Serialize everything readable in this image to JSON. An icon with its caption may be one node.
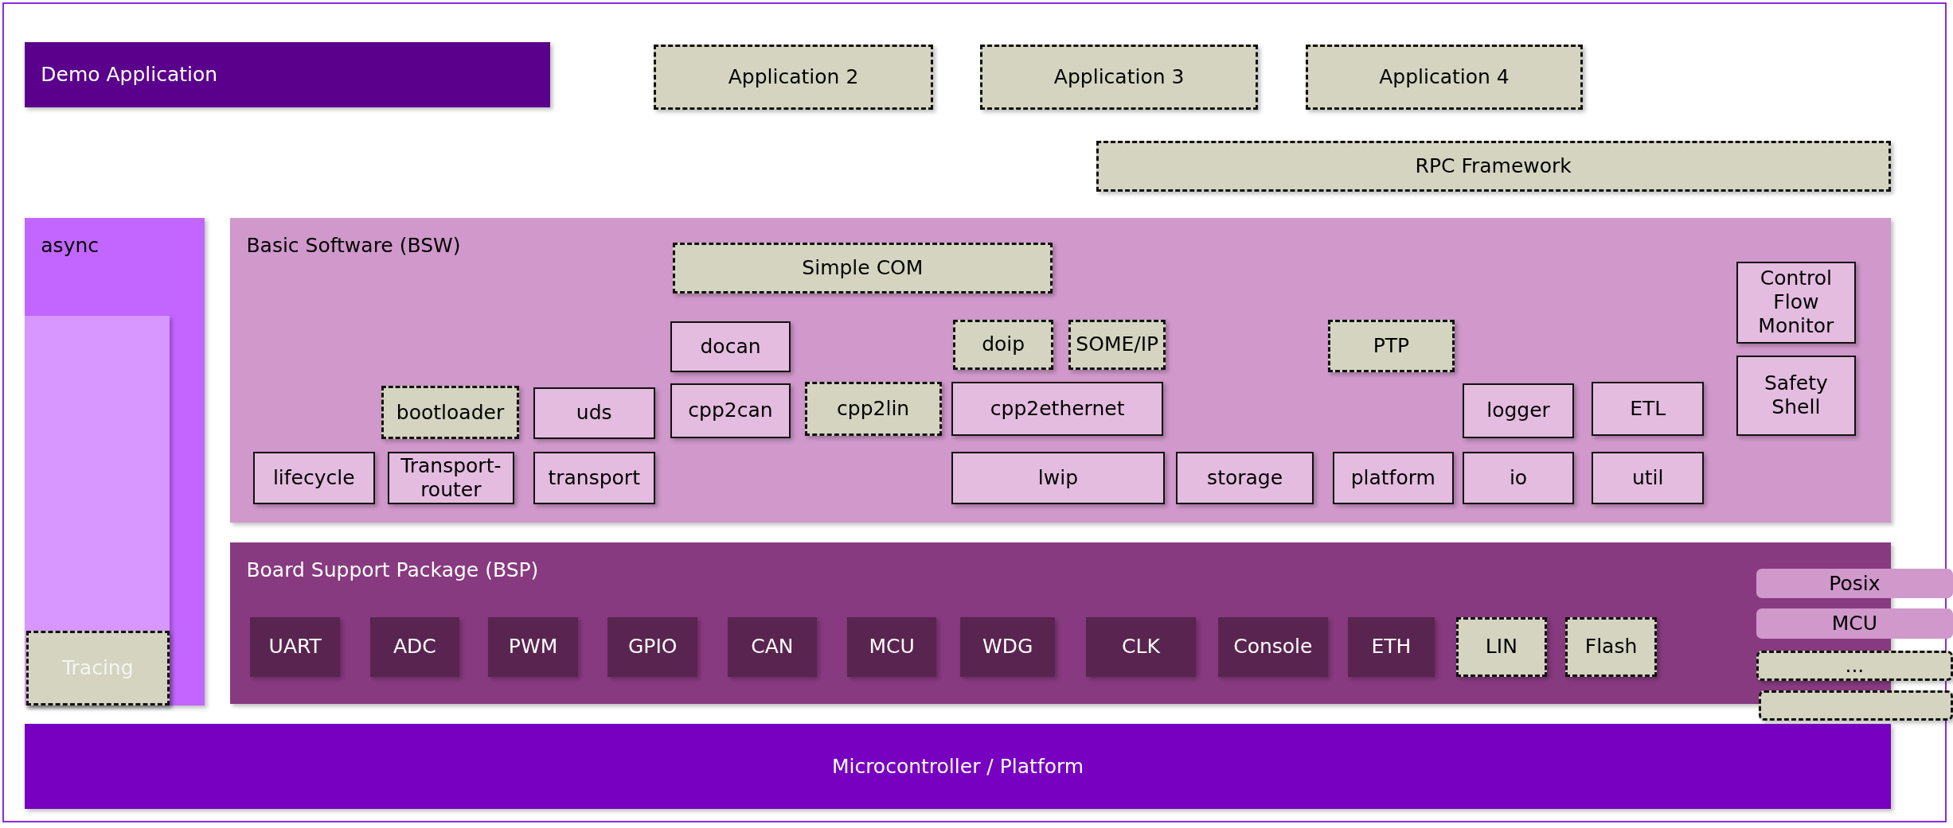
{
  "diagram": {
    "nodes": [
      {
        "text": [
          "Demo Application"
        ]
      },
      {
        "text": [
          "Application 2"
        ]
      },
      {
        "text": [
          "Application 3"
        ]
      },
      {
        "text": [
          "Application 4"
        ]
      },
      {
        "text": [
          "RPC Framework"
        ]
      },
      {
        "text": [
          "async"
        ]
      },
      {
        "text": [],
        "shape": "box",
        "in": 5
      },
      {
        "text": [
          "Tracing"
        ],
        "in": 6
      },
      {
        "text": [
          "Basic Software (BSW)"
        ]
      },
      {
        "text": [
          "Simple COM"
        ],
        "in": 8
      },
      {
        "text": [
          "docan"
        ],
        "in": 8
      },
      {
        "text": [
          "doip"
        ],
        "in": 8
      },
      {
        "text": [
          "SOME/IP"
        ],
        "in": 8
      },
      {
        "text": [
          "PTP"
        ],
        "in": 8
      },
      {
        "text": [
          "Control Flow Monitor"
        ],
        "in": 8
      },
      {
        "text": [
          "bootloader"
        ],
        "in": 8
      },
      {
        "text": [
          "uds"
        ],
        "in": 8
      },
      {
        "text": [
          "cpp2can"
        ],
        "in": 8
      },
      {
        "text": [
          "cpp2lin"
        ],
        "in": 8
      },
      {
        "text": [
          "cpp2ethernet"
        ],
        "in": 8
      },
      {
        "text": [
          "logger"
        ],
        "in": 8
      },
      {
        "text": [
          "ETL"
        ],
        "in": 8
      },
      {
        "text": [
          "Safety Shell"
        ],
        "in": 8
      },
      {
        "text": [
          "lifecycle"
        ],
        "in": 8
      },
      {
        "text": [
          "Transport-router"
        ],
        "in": 8
      },
      {
        "text": [
          "transport"
        ],
        "in": 8
      },
      {
        "text": [
          "lwip"
        ],
        "in": 8
      },
      {
        "text": [
          "storage"
        ],
        "in": 8
      },
      {
        "text": [
          "platform"
        ],
        "in": 8
      },
      {
        "text": [
          "io"
        ],
        "in": 8
      },
      {
        "text": [
          "util"
        ],
        "in": 8
      },
      {
        "text": [
          "Board Support Package (BSP)"
        ]
      },
      {
        "text": [
          "UART"
        ],
        "in": 31
      },
      {
        "text": [
          "ADC"
        ],
        "in": 31
      },
      {
        "text": [
          "PWM"
        ],
        "in": 31
      },
      {
        "text": [
          "GPIO"
        ],
        "in": 31
      },
      {
        "text": [
          "CAN"
        ],
        "in": 31
      },
      {
        "text": [
          "MCU"
        ],
        "in": 31
      },
      {
        "text": [
          "WDG"
        ],
        "in": 31
      },
      {
        "text": [
          "CLK"
        ],
        "in": 31
      },
      {
        "text": [
          "Console"
        ],
        "in": 31
      },
      {
        "text": [
          "ETH"
        ],
        "in": 31
      },
      {
        "text": [
          "LIN"
        ],
        "in": 31
      },
      {
        "text": [
          "Flash"
        ],
        "in": 31
      },
      {
        "text": [
          "Posix"
        ]
      },
      {
        "text": [
          "MCU"
        ]
      },
      {
        "text": [
          "..."
        ]
      },
      {
        "text": [],
        "shape": "box"
      },
      {
        "text": [
          "Microcontroller / Platform"
        ]
      }
    ],
    "edges": []
  }
}
